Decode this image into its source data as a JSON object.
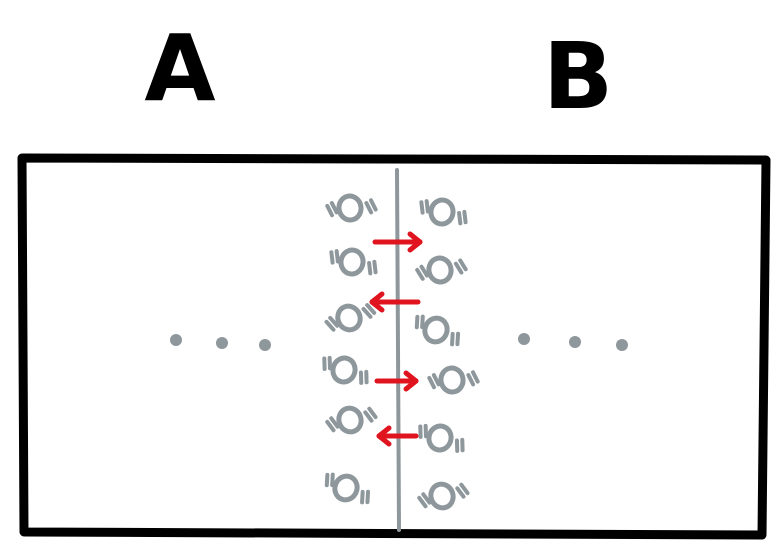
{
  "labels": {
    "left": "A",
    "right": "B"
  },
  "colors": {
    "outline": "#000000",
    "particles": "#8e979c",
    "divider": "#8e979c",
    "arrows": "#e0141e",
    "background": "#ffffff"
  },
  "particles": {
    "left_column_count": 6,
    "right_column_count": 6
  },
  "arrows": [
    {
      "direction": "left-to-right"
    },
    {
      "direction": "right-to-left"
    },
    {
      "direction": "left-to-right"
    },
    {
      "direction": "right-to-left"
    }
  ],
  "ellipsis": {
    "left_dots": 3,
    "right_dots": 3
  }
}
